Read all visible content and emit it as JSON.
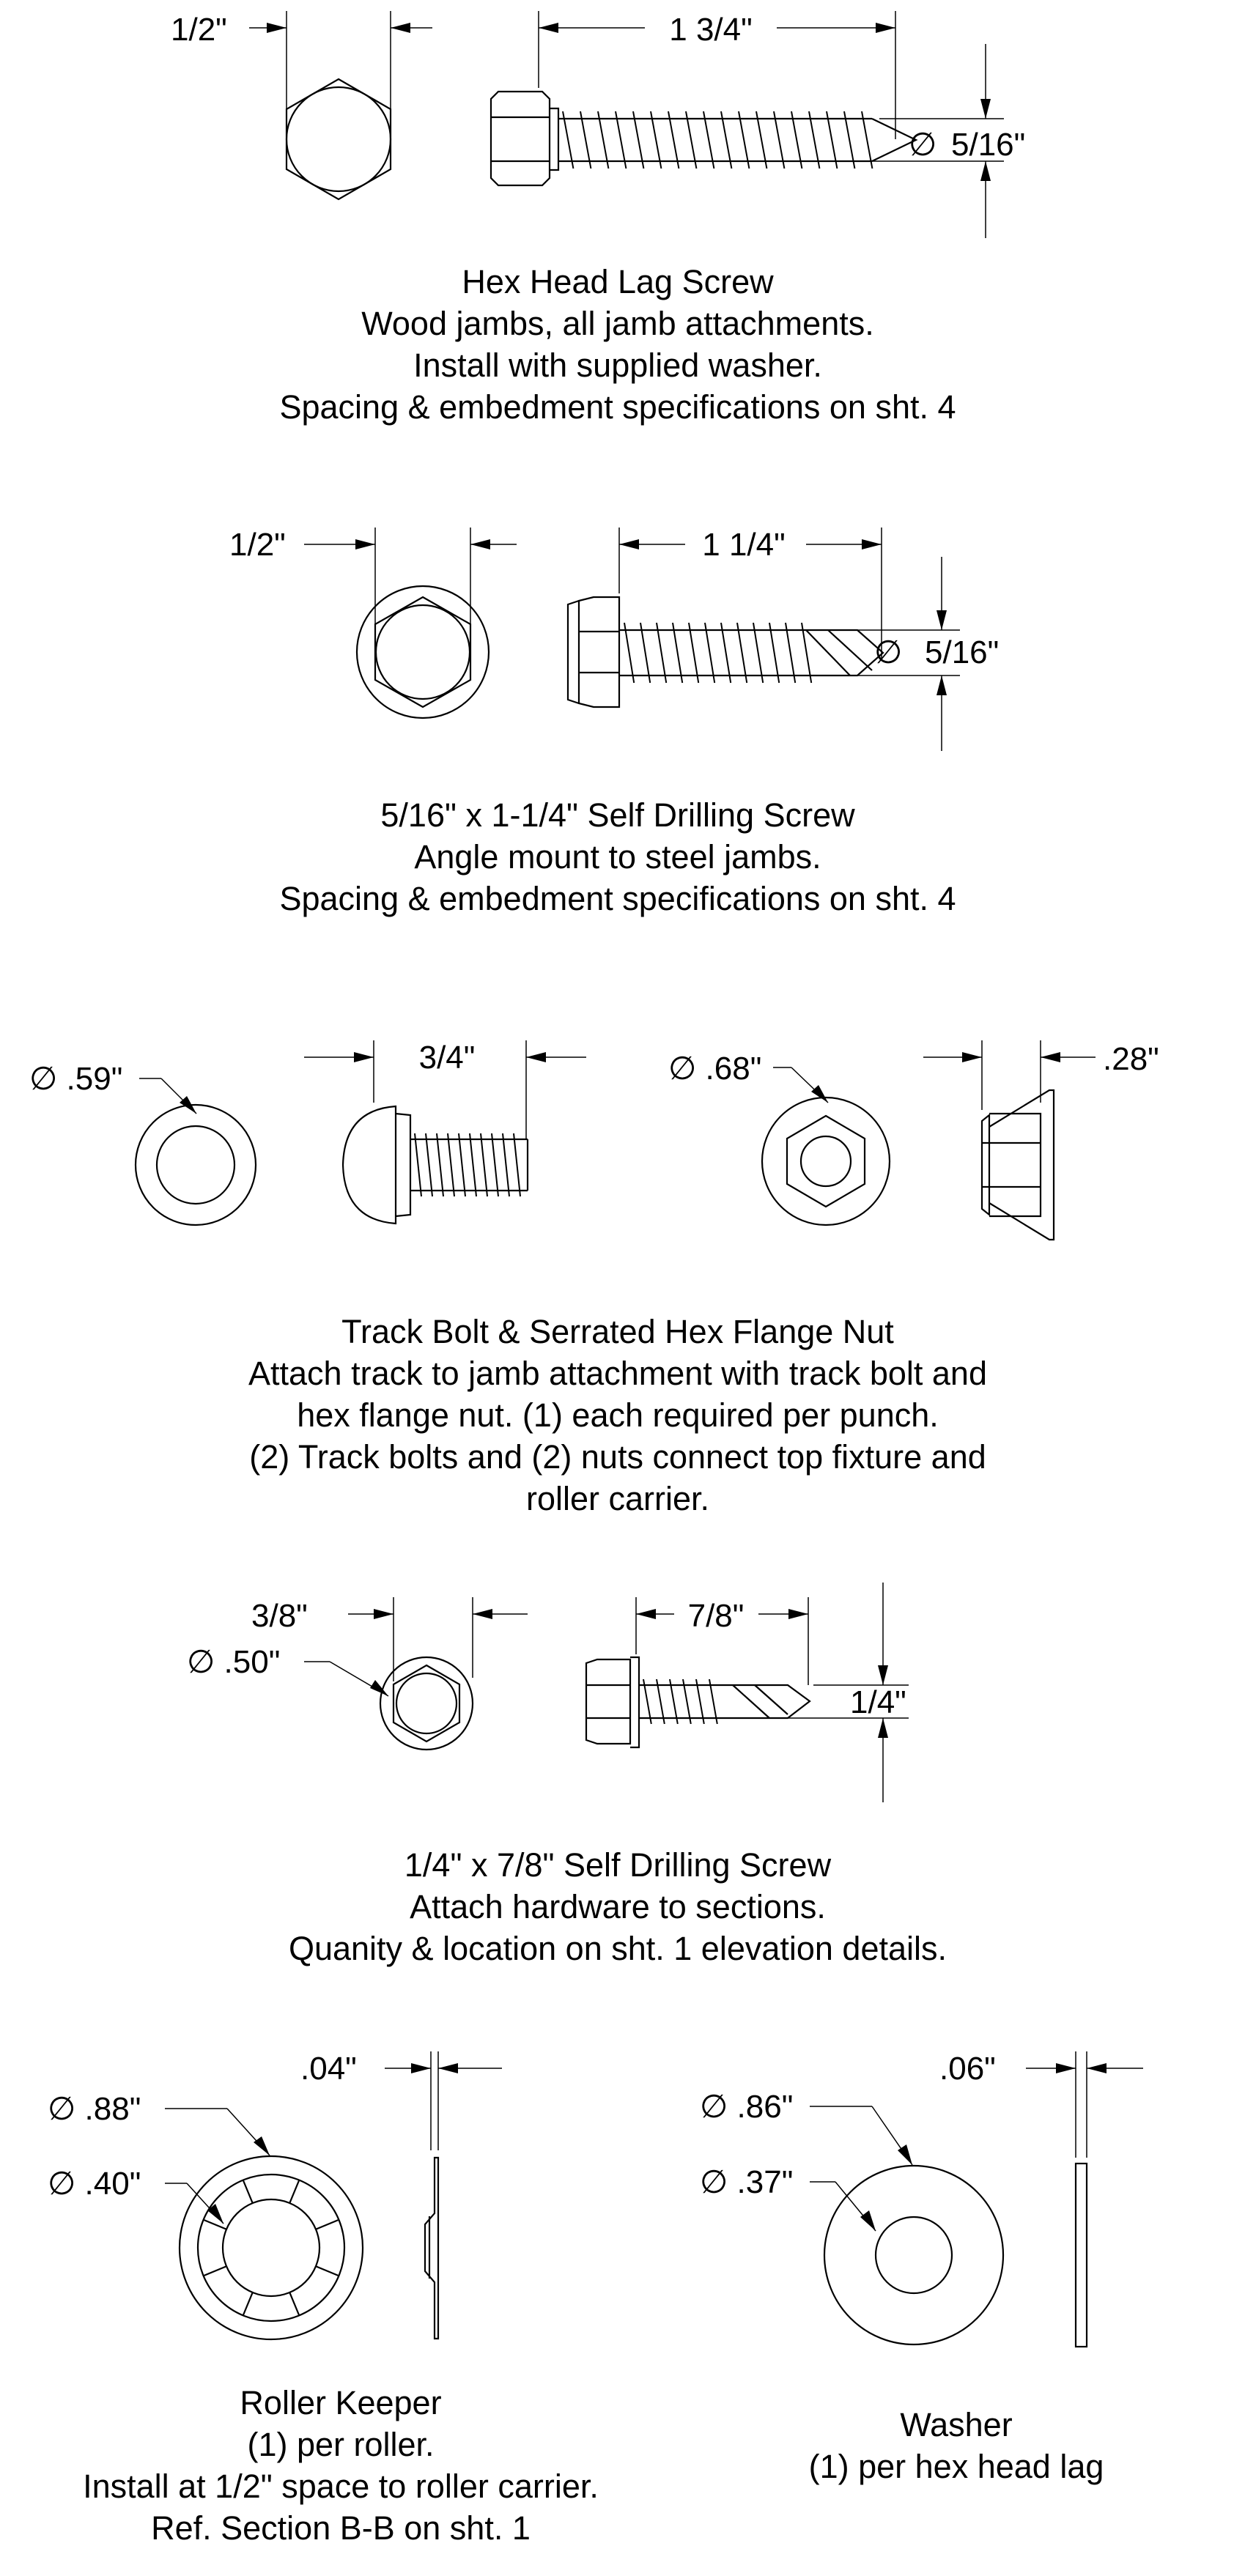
{
  "lag_screw": {
    "head_dim": "1/2\"",
    "length_dim": "1 3/4\"",
    "dia_symbol": "∅",
    "dia_dim": "5/16\"",
    "caption": [
      "Hex Head Lag Screw",
      "Wood jambs, all jamb attachments.",
      "Install with supplied washer.",
      "Spacing & embedment specifications on sht. 4"
    ]
  },
  "self_drill_516": {
    "head_dim": "1/2\"",
    "length_dim": "1 1/4\"",
    "dia_symbol": "∅",
    "dia_dim": "5/16\"",
    "caption": [
      "5/16\" x 1-1/4\" Self Drilling Screw",
      "Angle mount to steel jambs.",
      "Spacing & embedment specifications on sht. 4"
    ]
  },
  "track_bolt": {
    "bolt_head_dia": "∅ .59\"",
    "bolt_length": "3/4\"",
    "nut_dia": "∅ .68\"",
    "nut_thickness": ".28\"",
    "caption": [
      "Track Bolt & Serrated Hex Flange Nut",
      "Attach track to jamb attachment with track bolt and",
      "hex flange nut. (1) each required per punch.",
      "(2) Track bolts and (2) nuts connect top fixture and",
      "roller carrier."
    ]
  },
  "self_drill_14": {
    "head_dim": "3/8\"",
    "flange_dia": "∅ .50\"",
    "length_dim": "7/8\"",
    "dia_dim": "1/4\"",
    "caption": [
      "1/4\" x 7/8\" Self Drilling Screw",
      "Attach hardware to sections.",
      "Quanity & location on sht. 1 elevation details."
    ]
  },
  "roller_keeper": {
    "thickness": ".04\"",
    "outer_dia": "∅ .88\"",
    "inner_dia": "∅ .40\"",
    "caption": [
      "Roller Keeper",
      "(1) per roller.",
      "Install at 1/2\" space to roller carrier.",
      "Ref. Section B-B on sht. 1"
    ]
  },
  "washer": {
    "thickness": ".06\"",
    "outer_dia": "∅ .86\"",
    "inner_dia": "∅ .37\"",
    "caption": [
      "Washer",
      "(1) per hex head lag"
    ]
  }
}
